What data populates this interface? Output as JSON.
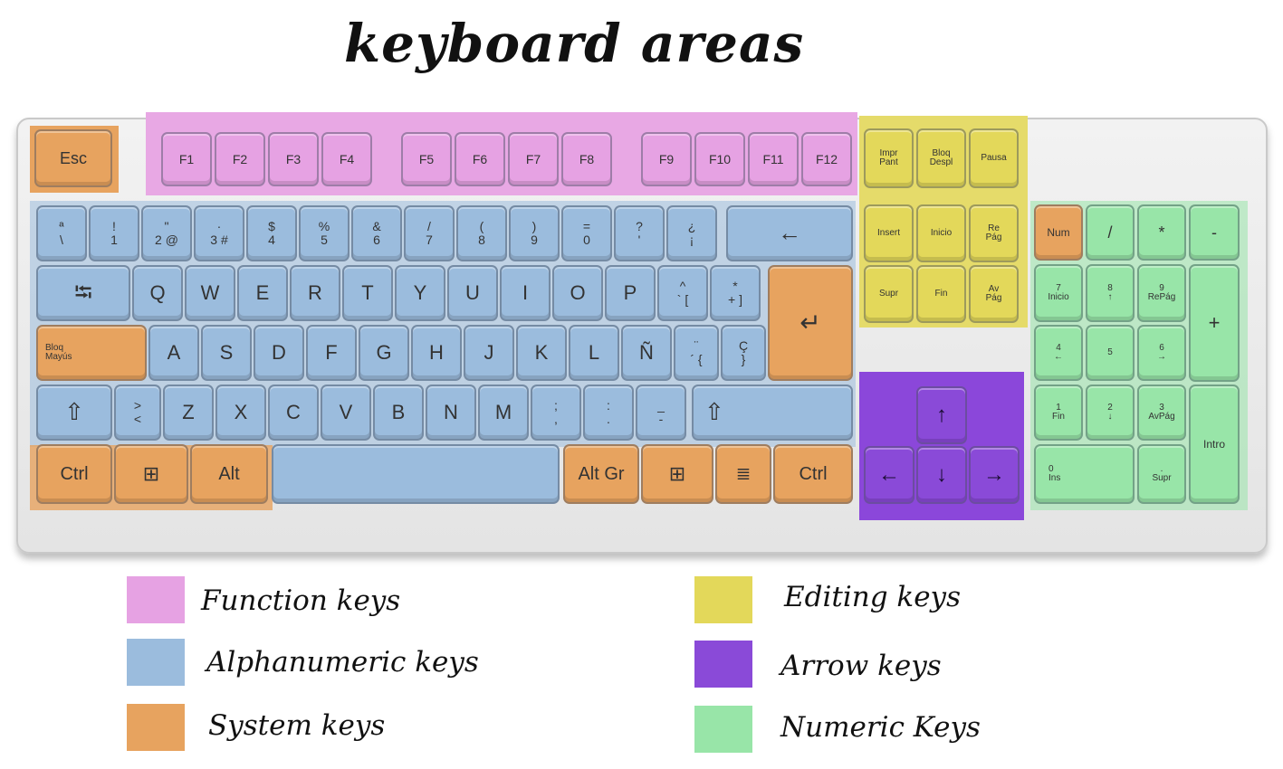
{
  "title": "keyboard areas",
  "colors": {
    "function": "#e6a2e3",
    "alphanumeric": "#9bbcdd",
    "system": "#e7a35f",
    "editing": "#e3d85a",
    "arrow": "#8a4ad8",
    "numeric": "#98e5a8"
  },
  "keys": {
    "esc": "Esc",
    "f": [
      "F1",
      "F2",
      "F3",
      "F4",
      "F5",
      "F6",
      "F7",
      "F8",
      "F9",
      "F10",
      "F11",
      "F12"
    ],
    "row1": [
      "ª\n\\",
      "!\n1",
      "\"\n2 @",
      "·\n3 #",
      "$\n4",
      "%\n5",
      "&\n6",
      "/\n7",
      "(\n8",
      ")\n9",
      "=\n0",
      "?\n'",
      "¿\n¡"
    ],
    "backspace": "←",
    "tab": "⭾",
    "row2": [
      "Q",
      "W",
      "E",
      "R",
      "T",
      "Y",
      "U",
      "I",
      "O",
      "P",
      "^\n` [",
      "*\n+ ]"
    ],
    "enter": "↵",
    "caps": "Bloq\nMayús",
    "row3": [
      "A",
      "S",
      "D",
      "F",
      "G",
      "H",
      "J",
      "K",
      "L",
      "Ñ",
      "¨\n´ {",
      "Ç\n}"
    ],
    "shift_left": "⇧",
    "row4": [
      ">\n<",
      "Z",
      "X",
      "C",
      "V",
      "B",
      "N",
      "M",
      ";\n,",
      ":\n.",
      "_\n-"
    ],
    "shift_right": "⇧",
    "ctrl_left": "Ctrl",
    "win_left": "⊞",
    "alt": "Alt",
    "altgr": "Alt Gr",
    "win_right": "⊞",
    "menu": "≣",
    "ctrl_right": "Ctrl",
    "editing_top": [
      "Impr\nPant",
      "Bloq\nDespl",
      "Pausa"
    ],
    "editing_mid": [
      "Insert",
      "Inicio",
      "Re\nPág"
    ],
    "editing_bot": [
      "Supr",
      "Fin",
      "Av\nPág"
    ],
    "arrow_up": "↑",
    "arrow_left": "←",
    "arrow_down": "↓",
    "arrow_right": "→",
    "numlock": "Num",
    "num_top": [
      "/",
      "*",
      "-"
    ],
    "num_row1": [
      "7\nInicio",
      "8\n↑",
      "9\nRePág"
    ],
    "num_plus": "+",
    "num_row2": [
      "4\n←",
      "5",
      "6\n→"
    ],
    "num_row3": [
      "1\nFin",
      "2\n↓",
      "3\nAvPág"
    ],
    "num_enter": "Intro",
    "num_0": "0\nIns",
    "num_dot": ".\nSupr"
  },
  "legend": [
    {
      "label": "Function keys",
      "color": "#e6a2e3"
    },
    {
      "label": "Alphanumeric keys",
      "color": "#9bbcdd"
    },
    {
      "label": "System keys",
      "color": "#e7a35f"
    },
    {
      "label": "Editing keys",
      "color": "#e3d85a"
    },
    {
      "label": "Arrow keys",
      "color": "#8a4ad8"
    },
    {
      "label": "Numeric Keys",
      "color": "#98e5a8"
    }
  ]
}
